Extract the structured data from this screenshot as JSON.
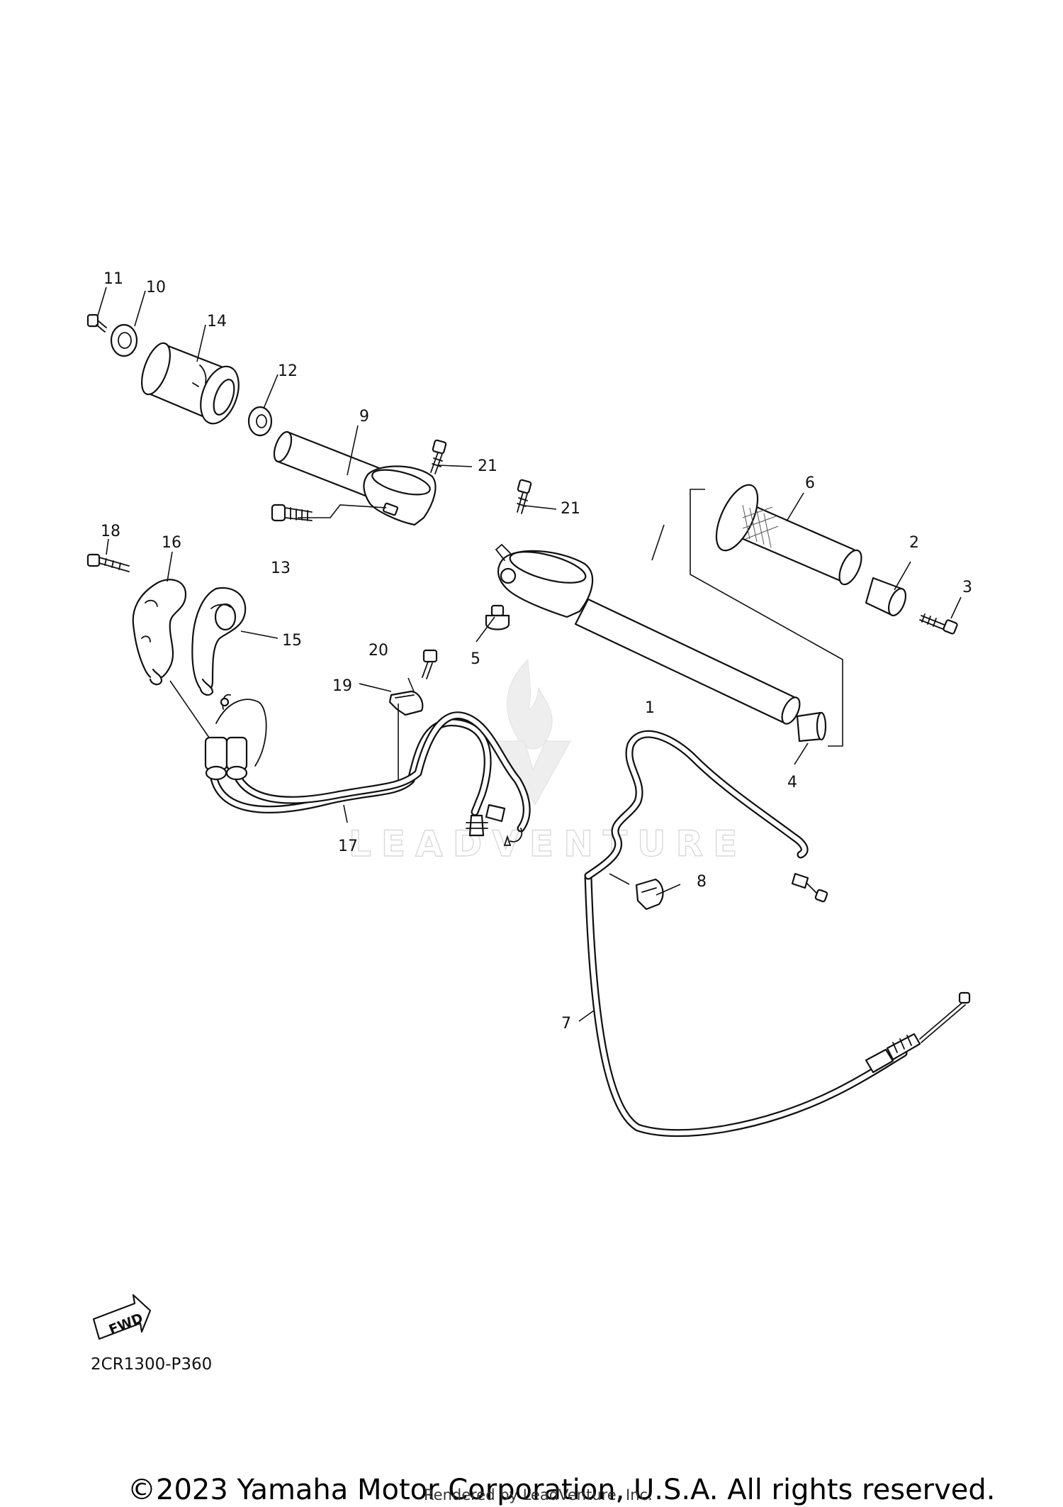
{
  "callouts": [
    {
      "id": "1",
      "text": "1",
      "part": "handlebar-right"
    },
    {
      "id": "2",
      "text": "2",
      "part": "grip-end-weight-right"
    },
    {
      "id": "3",
      "text": "3",
      "part": "end-screw-right"
    },
    {
      "id": "4",
      "text": "4",
      "part": "balancer-right"
    },
    {
      "id": "5",
      "text": "5",
      "part": "pin"
    },
    {
      "id": "6",
      "text": "6",
      "part": "grip-right"
    },
    {
      "id": "7",
      "text": "7",
      "part": "clutch-cable"
    },
    {
      "id": "8",
      "text": "8",
      "part": "cable-boot"
    },
    {
      "id": "9",
      "text": "9",
      "part": "handlebar-left-throttle"
    },
    {
      "id": "10",
      "text": "10",
      "part": "grip-end-left"
    },
    {
      "id": "11",
      "text": "11",
      "part": "end-screw-left"
    },
    {
      "id": "12",
      "text": "12",
      "part": "balancer-left"
    },
    {
      "id": "13",
      "text": "13",
      "part": "clamp-bolt"
    },
    {
      "id": "14",
      "text": "14",
      "part": "throttle-grip"
    },
    {
      "id": "15",
      "text": "15",
      "part": "throttle-housing-lower"
    },
    {
      "id": "16",
      "text": "16",
      "part": "throttle-housing-upper"
    },
    {
      "id": "17",
      "text": "17",
      "part": "throttle-cable-assembly"
    },
    {
      "id": "18",
      "text": "18",
      "part": "housing-screw"
    },
    {
      "id": "19",
      "text": "19",
      "part": "cable-clamp"
    },
    {
      "id": "20",
      "text": "20",
      "part": "clamp-bolt-small"
    },
    {
      "id": "21a",
      "text": "21",
      "part": "pinch-bolt-left"
    },
    {
      "id": "21b",
      "text": "21",
      "part": "pinch-bolt-right"
    }
  ],
  "fwd_label": "FWD",
  "diagram_code": "2CR1300-P360",
  "watermark_text": "LEADVENTURE",
  "copyright": "©2023 Yamaha Motor Corporation, U.S.A. All rights reserved.",
  "rendered_by": "Rendered by LeadVenture, Inc."
}
